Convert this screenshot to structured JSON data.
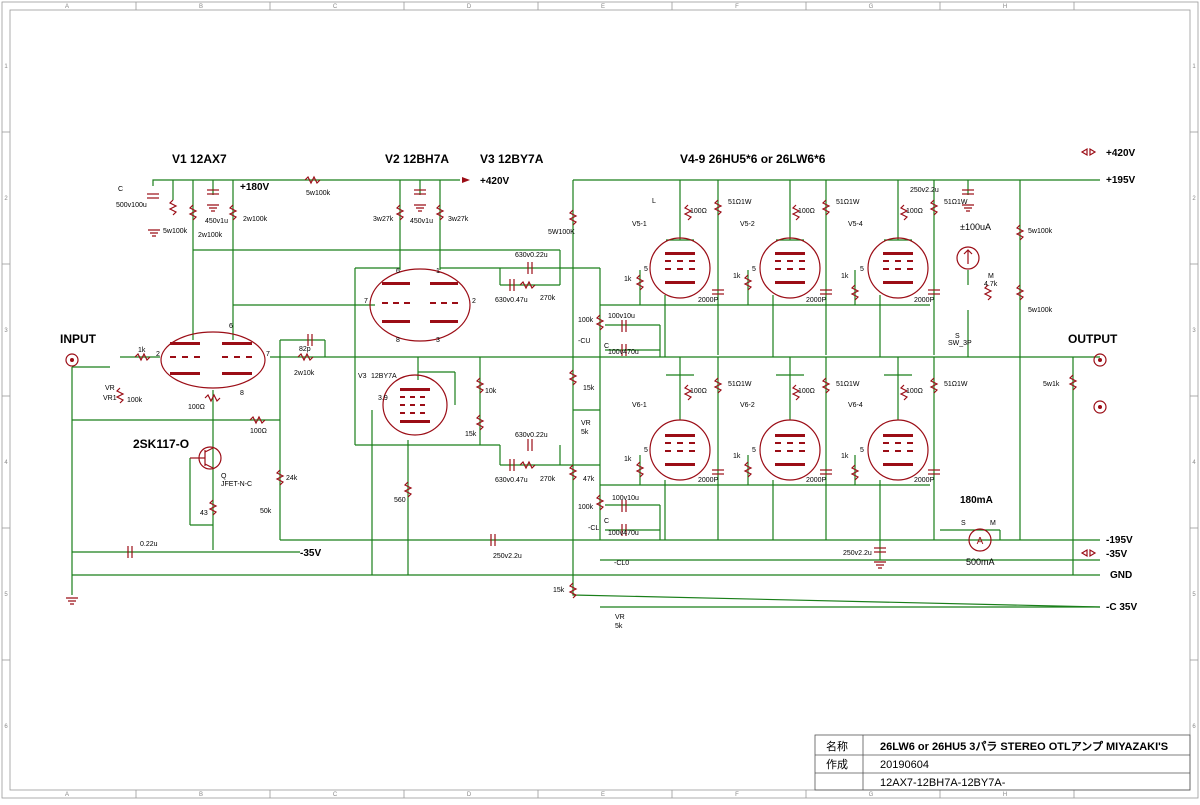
{
  "frame": {
    "col_letters": [
      "A",
      "B",
      "C",
      "D",
      "E",
      "F",
      "G",
      "H"
    ],
    "row_numbers": [
      "1",
      "2",
      "3",
      "4",
      "5",
      "6"
    ]
  },
  "sections": {
    "v1": "V1 12AX7",
    "v2": "V2 12BH7A",
    "v3": "V3 12BY7A",
    "v4_9": "V4-9 26HU5*6 or 26LW6*6",
    "fet": "2SK117-O"
  },
  "rails": {
    "p180": "+180V",
    "p420_mid": "+420V",
    "p420": "+420V",
    "p195": "+195V",
    "m195": "-195V",
    "m35_right": "-35V",
    "m35_left": "-35V",
    "gnd": "GND",
    "mc35": "-C 35V"
  },
  "ports": {
    "input": "INPUT",
    "output": "OUTPUT"
  },
  "parts": {
    "c_label": "C",
    "c1": "500v100u",
    "r_5w100k_a": "5w100k",
    "r_2w100k_a": "2w100k",
    "c_450v1u_a": "450v1u",
    "r_2w100k_b": "2w100k",
    "r_5w100k_b": "5w100k",
    "r_3w27k_a": "3w27k",
    "c_450v1u_b": "450v1u",
    "r_3w27k_b": "3w27k",
    "c_630v022u_top": "630v0.22u",
    "c_630v047u_top": "630v0.47u",
    "r_270k_top": "270k",
    "r_5w100k_v": "5W100K",
    "r_1k_in": "1k",
    "vr_in": "VR",
    "vr1_in": "VR1",
    "r_100k_in": "100k",
    "r_100ohm_v1": "100Ω",
    "r_100ohm_fb": "100Ω",
    "c_82p": "82p",
    "r_2w10k": "2w10k",
    "r_24k": "24k",
    "vr_50k": "50k",
    "r_43": "43",
    "q_label": "Q",
    "jfet": "JFET-N-C",
    "c_022u": "0.22u",
    "v3_label": "V3",
    "v3_type": "12BY7A",
    "r_39": "3.9",
    "r_10k": "10k",
    "r_15k_v3": "15k",
    "r_560": "560",
    "c_630v022u_bot": "630v0.22u",
    "c_630v047u_bot": "630v0.47u",
    "r_270k_bot": "270k",
    "c_250v22u_mid": "250v2.2u",
    "r_100k_cu": "100k",
    "cu": "-CU",
    "c_100v10u_a": "100v10u",
    "c_100v470u_a": "100v470u",
    "c_label_cu": "C",
    "r_15k_a": "15k",
    "vr_5k_a": "VR",
    "vr_5k_a_val": "5k",
    "r_47k": "47k",
    "r_100k_cl": "100k",
    "cl": "-CL",
    "c_100v10u_b": "100v10u",
    "c_label_cl": "C",
    "c_100v470u_b": "100v470u",
    "cl0": "-CL0",
    "r_15k_b": "15k",
    "vr_5k_b": "VR",
    "vr_5k_b_val": "5k",
    "v5_1": "V5-1",
    "v5_2": "V5-2",
    "v5_4": "V5-4",
    "v6_1": "V6-1",
    "v6_2": "V6-2",
    "v6_4": "V6-4",
    "l_label": "L",
    "r_100ohm_s": "100Ω",
    "r_51ohm": "51Ω1W",
    "r_1k_g": "1k",
    "c_2000p": "2000P",
    "c_250v22u_top": "250v2.2u",
    "c_250v22u_bot": "250v2.2u",
    "meter_a": "±100uA",
    "r_m": "M",
    "r_47k_m": "4.7k",
    "sw_s": "S",
    "sw_3p": "SW_3P",
    "r_5w100k_r1": "5w100k",
    "r_5w100k_r2": "5w100k",
    "r_5w1k": "5w1k",
    "meter_180": "180mA",
    "meter_s": "S",
    "meter_m": "M",
    "meter_500": "500mA",
    "pin_2": "2",
    "pin_6": "6",
    "pin_7": "7",
    "pin_8": "8",
    "pin_1": "1",
    "pin_3": "3",
    "pin_5": "5"
  },
  "title_block": {
    "name_label": "名称",
    "name_value": "26LW6 or 26HU5 3パラ STEREO OTLアンプ MIYAZAKI'S",
    "date_label": "作成",
    "date_value": "20190604",
    "subtitle": "12AX7-12BH7A-12BY7A-"
  },
  "colors": {
    "wire": "#1a7f1a",
    "component": "#9b0d16",
    "frame": "#9a9a9a"
  }
}
